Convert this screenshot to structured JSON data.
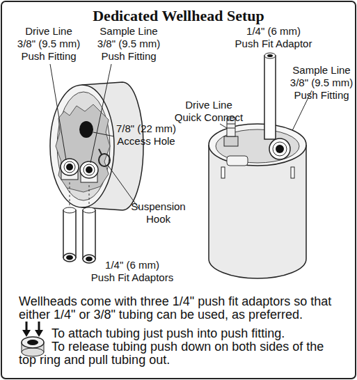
{
  "diagram": {
    "title": "Dedicated Wellhead Setup",
    "labels": [
      "Drive Line 3/8\" (9.5 mm) Push Fitting",
      "Sample Line 3/8\" (9.5 mm) Push Fitting",
      "7/8\" (22 mm) Access Hole",
      "Suspension Hook",
      "1/4\" (6 mm) Push Fit Adaptors",
      "1/4\" (6 mm) Push Fit Adaptor",
      "Drive Line Quick Connect",
      "Sample Line 3/8\" (9.5 mm) Push Fitting",
      "Wellheads come with three 1/4\" push fit adaptors so that either 1/4\" or 3/8\" tubing can be used, as preferred.",
      "To attach tubing just push into push fitting. To release tubing push down on both sides of the top ring and pull tubing out."
    ]
  }
}
